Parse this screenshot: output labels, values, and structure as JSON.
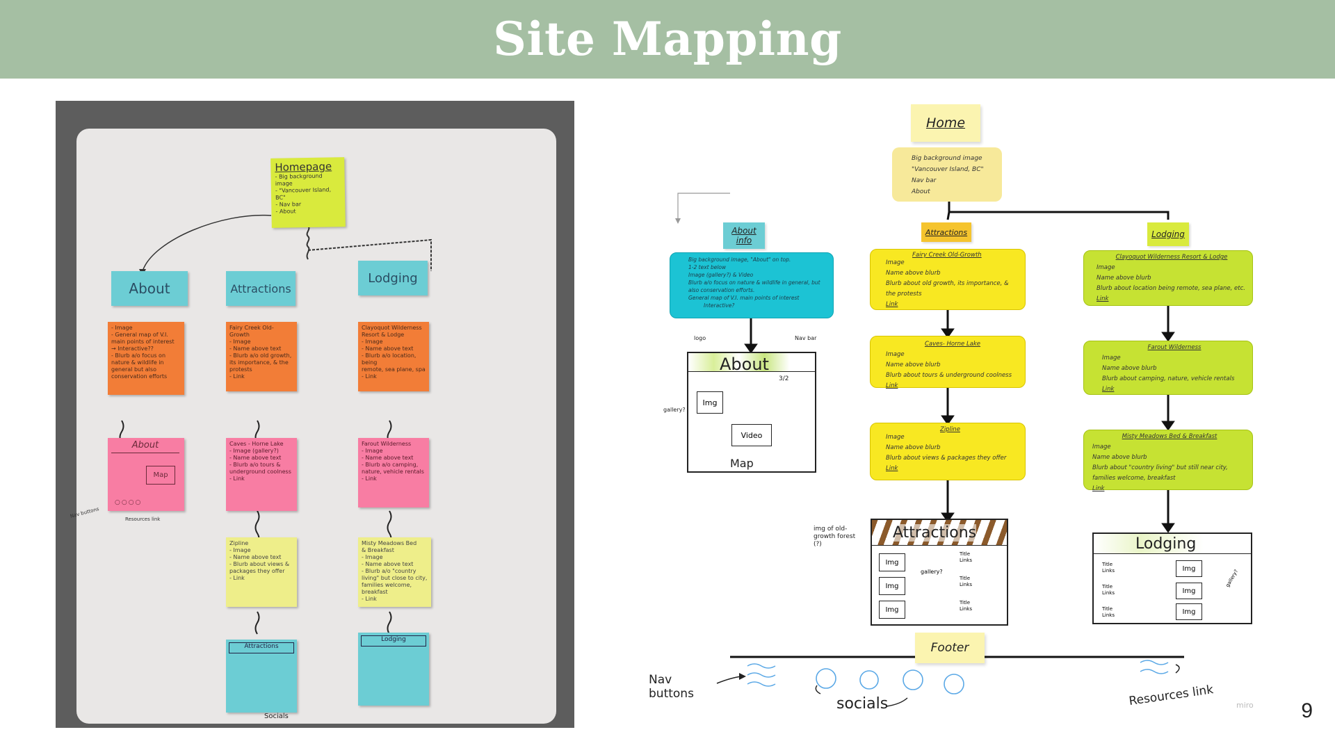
{
  "slide": {
    "title": "Site Mapping",
    "page_number": "9"
  },
  "photo": {
    "homepage": {
      "title": "Homepage",
      "lines": [
        "- Big background image",
        "- \"Vancouver Island, BC\"",
        "- Nav bar",
        "- About"
      ]
    },
    "about": {
      "label": "About",
      "lines": [
        "- Image",
        "- General map of V.I.",
        "main points of interest",
        "→ Interactive??",
        "- Blurb a/o focus on",
        "nature & wildlife in",
        "general but also",
        "conservation efforts"
      ]
    },
    "attractions": {
      "label": "Attractions",
      "lines": [
        "Fairy Creek Old-Growth",
        "- Image",
        "- Name above text",
        "- Blurb a/o old growth,",
        "its importance, & the",
        "protests",
        "- Link"
      ]
    },
    "lodging": {
      "label": "Lodging",
      "lines": [
        "Clayoquot Wilderness",
        "Resort & Lodge",
        "- Image",
        "- Name above text",
        "- Blurb a/o location, being",
        "remote, sea plane, spa",
        "- Link"
      ]
    },
    "caves": {
      "lines": [
        "Caves - Horne Lake",
        "- Image (gallery?)",
        "- Name above text",
        "- Blurb a/o tours &",
        "underground coolness",
        "- Link"
      ]
    },
    "zipline": {
      "lines": [
        "Zipline",
        "- Image",
        "- Name above text",
        "- Blurb about views &",
        "packages they offer",
        "- Link"
      ]
    },
    "farout": {
      "lines": [
        "Farout Wilderness",
        "- Image",
        "- Name above text",
        "- Blurb a/o camping,",
        "nature, vehicle rentals",
        "- Link"
      ]
    },
    "misty": {
      "lines": [
        "Misty Meadows Bed",
        "& Breakfast",
        "- Image",
        "- Name above text",
        "- Blurb a/o \"country",
        "living\" but close to city,",
        "families welcome, breakfast",
        "- Link"
      ]
    },
    "about_sketch": {
      "title": "About",
      "map": "Map"
    },
    "footer_note": {
      "nav": "Nav buttons",
      "resources": "Resources link",
      "socials": "Socials"
    },
    "attractions_sketch": "Attractions",
    "lodging_sketch": "Lodging"
  },
  "diagram": {
    "home": {
      "title": "Home",
      "bullets": [
        "Big background image",
        "\"Vancouver Island, BC\"",
        "Nav bar",
        "About"
      ]
    },
    "about": {
      "label": "About info",
      "bullets": [
        "Big background image, \"About\" on top.",
        "1-2 text below",
        "Image (gallery?) & Video",
        "Blurb a/o focus on nature & wildlife in general, but also conservation efforts.",
        "General map of V.I. main points of interest",
        "Interactive?"
      ]
    },
    "attractions": {
      "label": "Attractions"
    },
    "lodging": {
      "label": "Lodging"
    },
    "fairy": {
      "title": "Fairy Creek Old-Growth",
      "bullets": [
        "Image",
        "Name above blurb",
        "Blurb about old growth, its importance, & the protests",
        "Link"
      ]
    },
    "caves": {
      "title": "Caves- Horne Lake",
      "bullets": [
        "Image",
        "Name above blurb",
        "Blurb about tours & underground coolness",
        "Link"
      ]
    },
    "zipline": {
      "title": "Zipline",
      "bullets": [
        "Image",
        "Name above blurb",
        "Blurb about views & packages they offer",
        "Link"
      ]
    },
    "clayoquot": {
      "title": "Clayoquot Wilderness Resort & Lodge",
      "bullets": [
        "Image",
        "Name above blurb",
        "Blurb about location being remote, sea plane, etc.",
        "Link"
      ]
    },
    "farout": {
      "title": "Farout Wilderness",
      "bullets": [
        "Image",
        "Name above blurb",
        "Blurb about camping, nature, vehicle rentals",
        "Link"
      ]
    },
    "misty": {
      "title": "Misty Meadows Bed & Breakfast",
      "bullets": [
        "Image",
        "Name above blurb",
        "Blurb about \"country living\" but still near city, families welcome, breakfast",
        "Link"
      ]
    },
    "about_sketch": {
      "title": "About",
      "logo": "logo",
      "navbar": "Nav bar",
      "ratio": "3/2",
      "gallery": "gallery?",
      "img": "Img",
      "video": "Video",
      "map": "Map"
    },
    "attractions_sketch": {
      "title": "Attractions",
      "note": "img of old-growth forest (?)",
      "img": "Img",
      "gallery": "gallery?",
      "title_link": "Title Links"
    },
    "lodging_sketch": {
      "title": "Lodging",
      "img": "Img",
      "gallery": "gallery?",
      "title_link": "Title Links"
    },
    "footer": {
      "label": "Footer",
      "nav": "Nav buttons",
      "socials": "socials",
      "resources": "Resources link"
    },
    "watermark": "miro"
  },
  "colors": {
    "banner": "#a5bfa3",
    "yellow_note": "#f7e99a",
    "cyan": "#1cc3d4",
    "yellow": "#f8e822",
    "lime": "#c6e233",
    "orange": "#f27d37",
    "pink": "#f87da3",
    "teal_note": "#6ccdd4",
    "lime_note": "#d9ea3d"
  }
}
